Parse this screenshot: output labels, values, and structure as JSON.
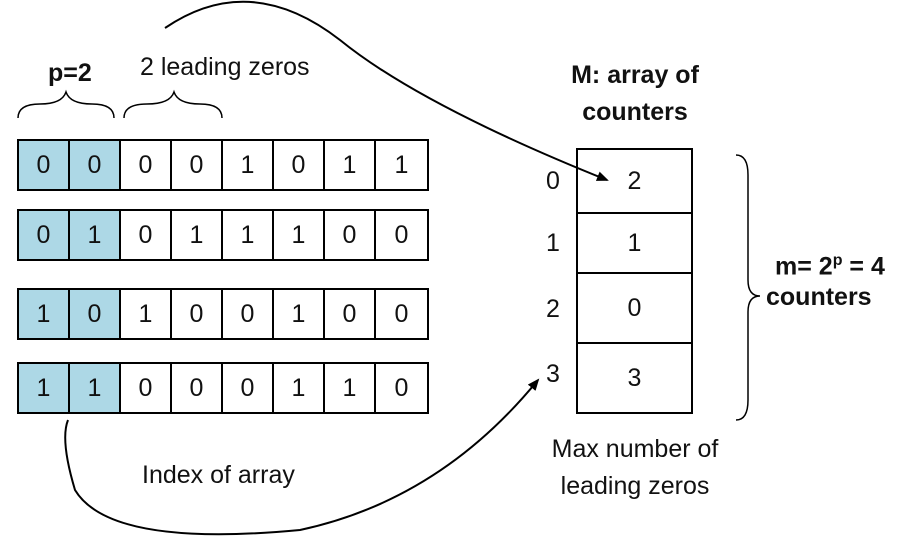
{
  "colors": {
    "index_bits": "#add8e6",
    "stroke": "#000000"
  },
  "labels": {
    "p": "p=2",
    "leading_zeros": "2 leading zeros",
    "array_title_line1": "M: array of",
    "array_title_line2": "counters",
    "m_prefix": "m= 2",
    "m_exp": "p",
    "m_suffix": " = 4",
    "m_line2": "counters",
    "index_of_array": "Index of array",
    "max_line1": "Max number of",
    "max_line2": "leading zeros"
  },
  "hashes": [
    {
      "bits": [
        "0",
        "0",
        "0",
        "0",
        "1",
        "0",
        "1",
        "1"
      ]
    },
    {
      "bits": [
        "0",
        "1",
        "0",
        "1",
        "1",
        "1",
        "0",
        "0"
      ]
    },
    {
      "bits": [
        "1",
        "0",
        "1",
        "0",
        "0",
        "1",
        "0",
        "0"
      ]
    },
    {
      "bits": [
        "1",
        "1",
        "0",
        "0",
        "0",
        "1",
        "1",
        "0"
      ]
    }
  ],
  "counters": [
    {
      "index": "0",
      "value": "2"
    },
    {
      "index": "1",
      "value": "1"
    },
    {
      "index": "2",
      "value": "0"
    },
    {
      "index": "3",
      "value": "3"
    }
  ]
}
